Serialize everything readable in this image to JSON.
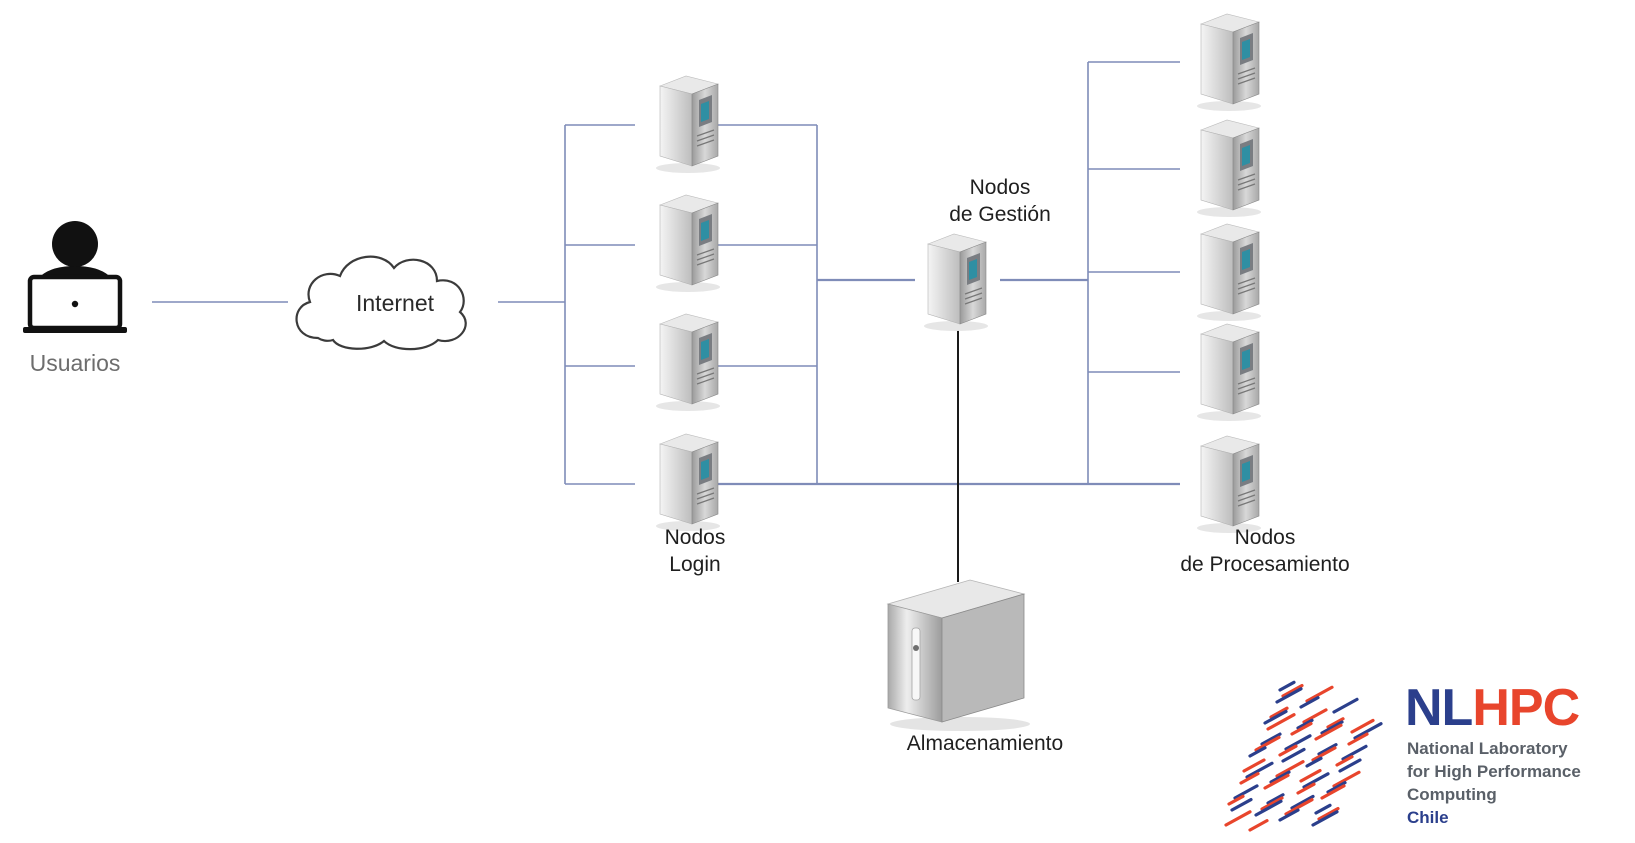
{
  "labels": {
    "users": "Usuarios",
    "internet": "Internet",
    "login_line1": "Nodos",
    "login_line2": "Login",
    "gestion_line1": "Nodos",
    "gestion_line2": "de Gestión",
    "proc_line1": "Nodos",
    "proc_line2": "de Procesamiento",
    "storage": "Almacenamiento"
  },
  "logo": {
    "acronym_part1": "NL",
    "acronym_part2": "HPC",
    "line1": "National Laboratory",
    "line2": "for High Performance",
    "line3": "Computing",
    "line4": "Chile"
  },
  "colors": {
    "line_blue": "#7f8cb8",
    "line_black": "#1a1a1a",
    "logo_blue": "#2b3f8c",
    "logo_red": "#e8452c"
  }
}
